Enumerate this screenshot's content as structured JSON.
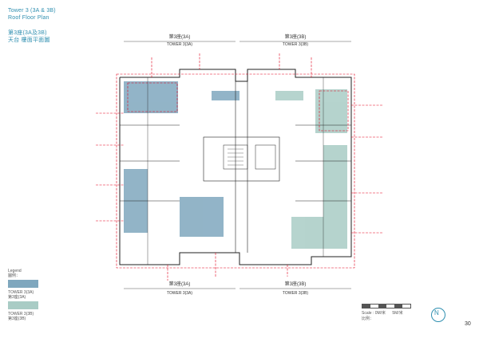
{
  "header": {
    "title_en_tower": "Tower 3 (3A & 3B)",
    "title_en_floor": "Roof  Floor Plan",
    "title_zh_tower": "第3座(3A及3B)",
    "title_zh_floor": "天台  樓面平面圖"
  },
  "plan": {
    "top_label_left_zh": "第3座(3A)",
    "top_label_left_en": "TOWER 3(3A)",
    "top_label_right_zh": "第3座(3B)",
    "top_label_right_en": "TOWER 3(3B)",
    "bottom_label_left_zh": "第3座(3A)",
    "bottom_label_left_en": "TOWER 3(3A)",
    "bottom_label_right_zh": "第3座(3B)",
    "bottom_label_right_en": "TOWER 3(3B)",
    "tower_a_color": "#7fa7be",
    "tower_b_color": "#a9ccc5",
    "line_color": "#e2001a"
  },
  "legend": {
    "title_en": "Legend",
    "title_zh": "圖例：",
    "item_a_en": "TOWER 3(3A)",
    "item_a_zh": "第3座(3A)",
    "item_b_en": "TOWER 3(3B)",
    "item_b_zh": "第3座(3B)"
  },
  "scale": {
    "label_en": "Scale :",
    "label_zh": "比例：",
    "zero": "0M/米",
    "five": "5M/米"
  },
  "north_icon": "north-arrow-icon",
  "page_number": "30"
}
